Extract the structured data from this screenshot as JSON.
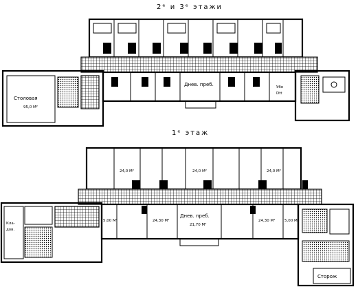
{
  "upper_plan": {
    "title": "2ᵉ и 3ᵉ этажи",
    "labels": {
      "dining": "Столовая",
      "dining_area": "95,0 M²",
      "day_room": "Днев. преб.",
      "wc_1": "Убо",
      "wc_2": "Dtt"
    }
  },
  "ground_plan": {
    "title": "1ᵉ этаж",
    "labels": {
      "area_a": "24,0 M²",
      "area_b": "24,0 M²",
      "area_c": "24,0 M²",
      "area_d": "24,30 M²",
      "area_e": "24,30 M²",
      "day_room": "Днев. преб.",
      "day_room_area": "21,70 M²",
      "small_left": "5,00 M²",
      "small_right": "5,00 M²",
      "pantry_1": "Кла-",
      "pantry_2": "дов.",
      "guard": "Сторож"
    }
  }
}
